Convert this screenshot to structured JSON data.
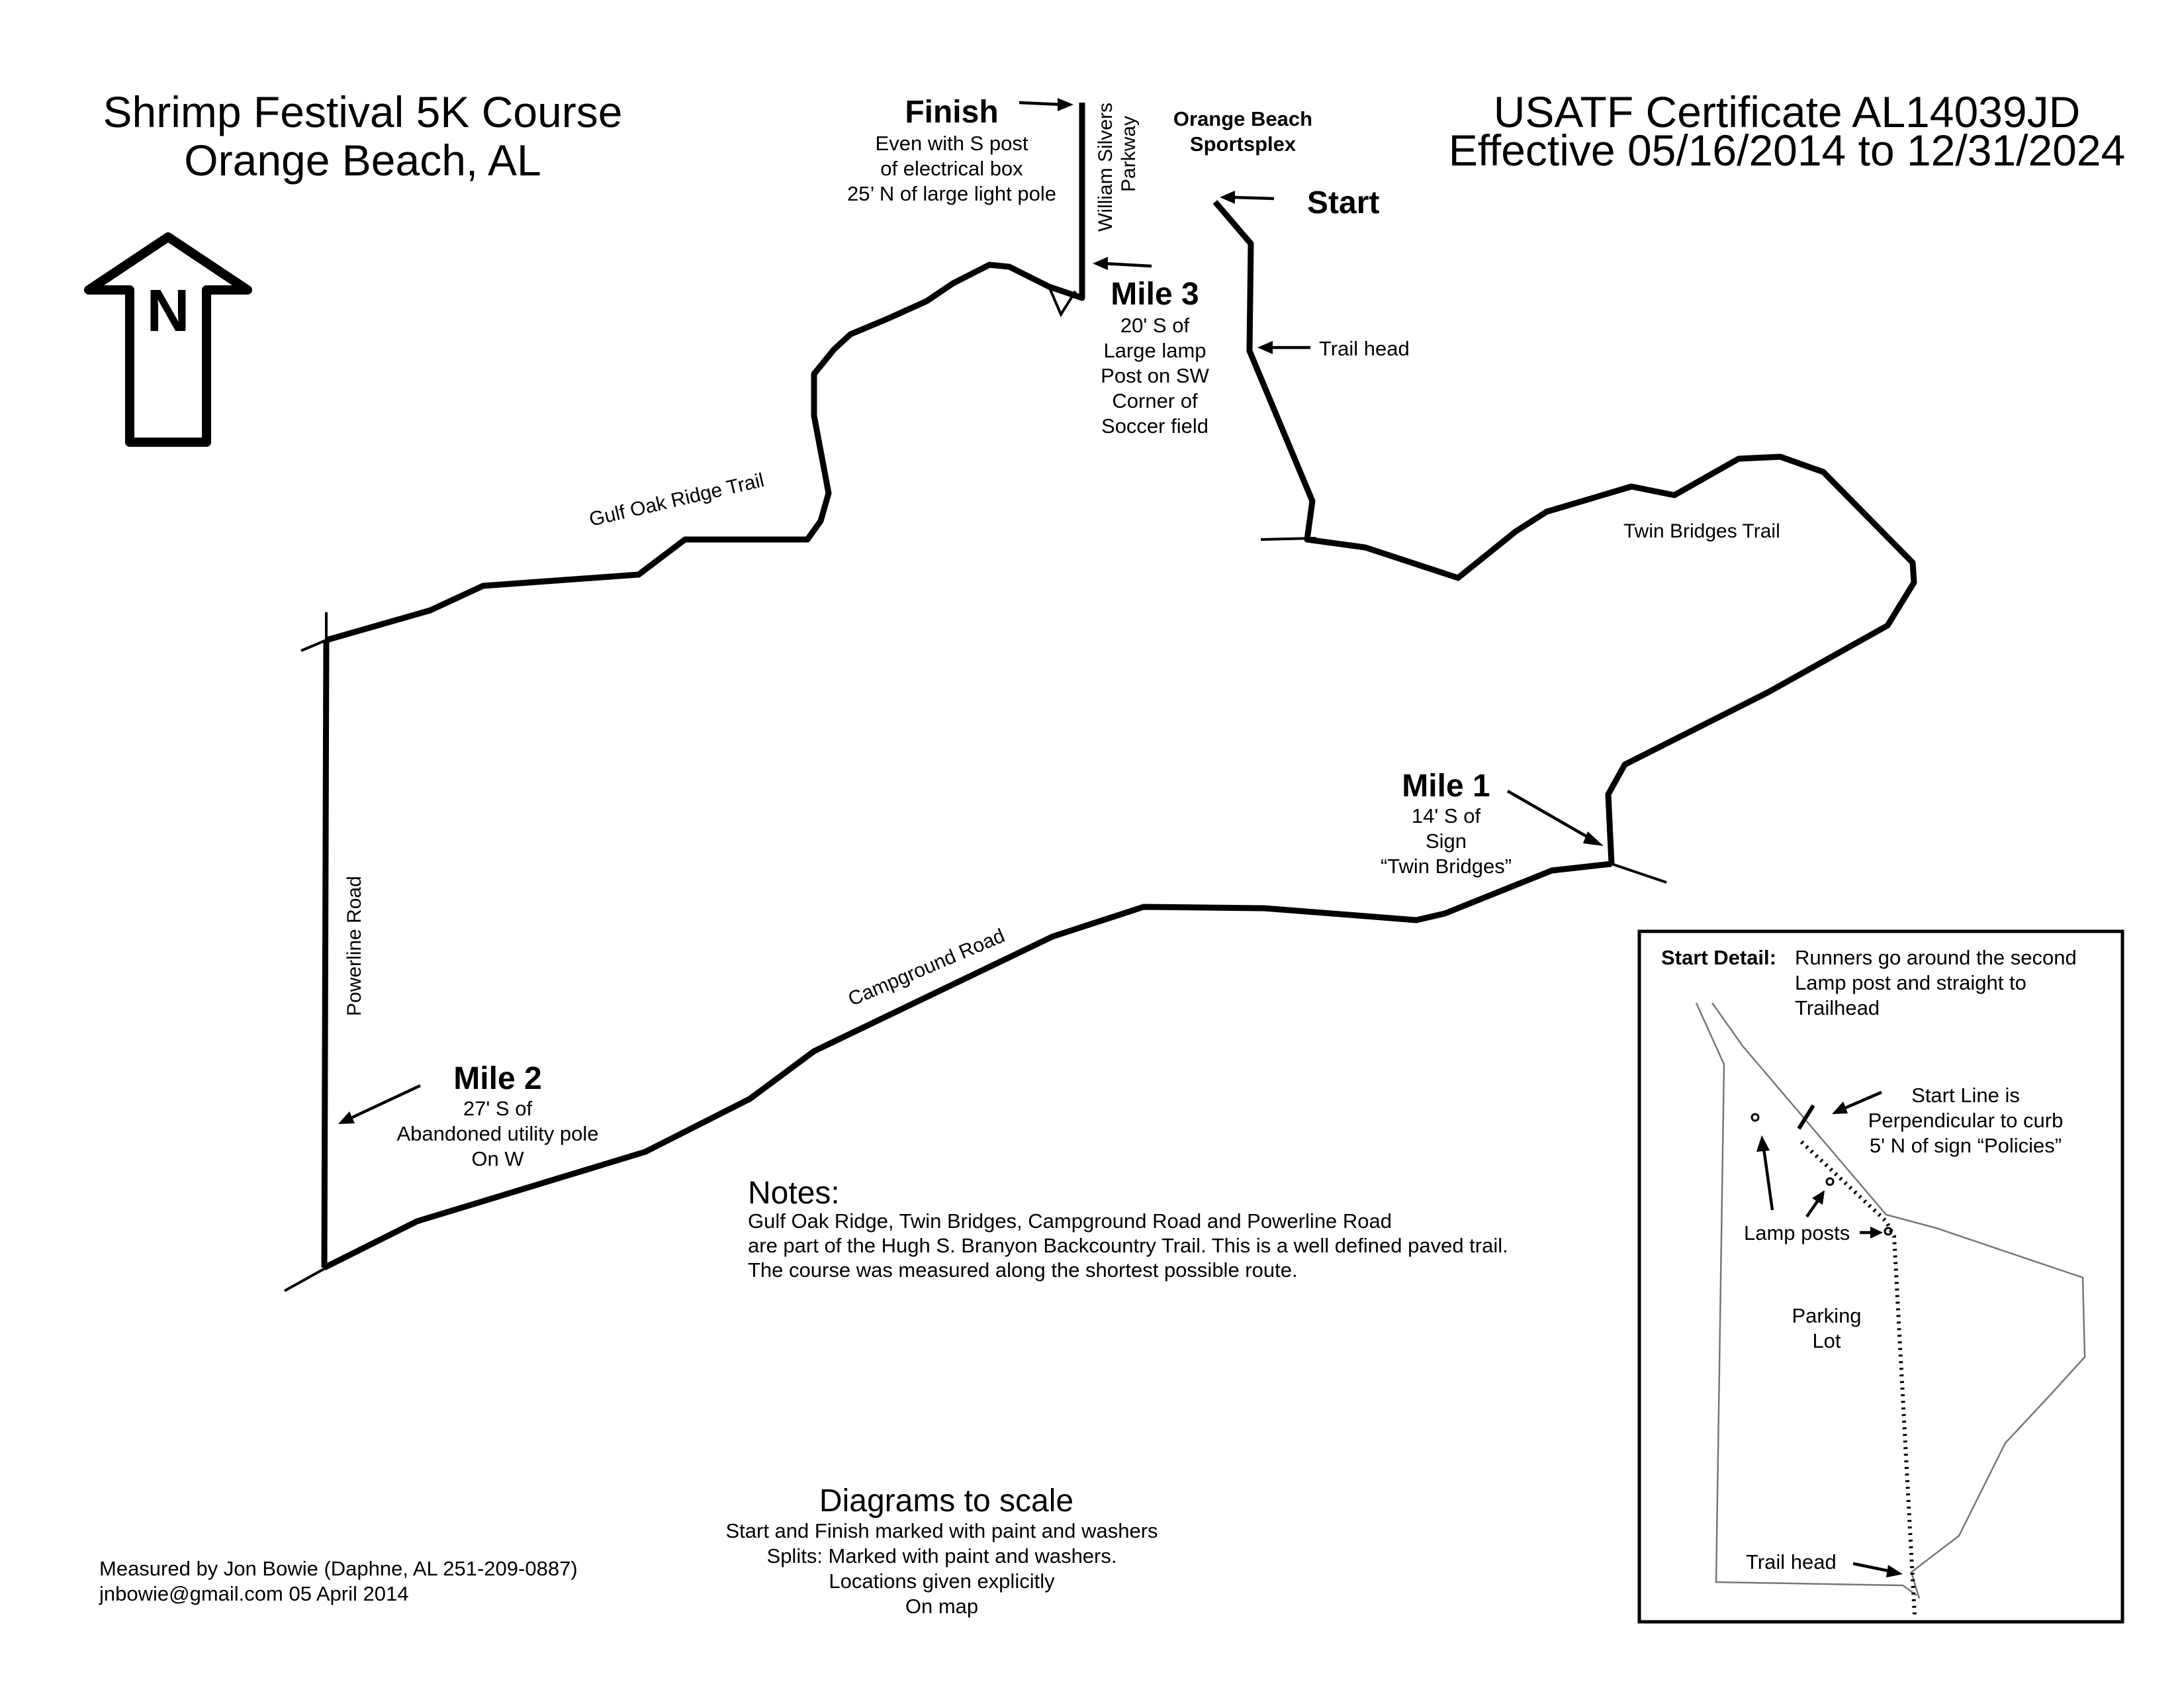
{
  "title": {
    "line1": "Shrimp Festival 5K Course",
    "line2": "Orange Beach, AL"
  },
  "certificate": {
    "line1": "USATF Certificate AL14039JD",
    "line2": "Effective 05/16/2014 to 12/31/2024"
  },
  "north_arrow": {
    "label": "N"
  },
  "finish": {
    "label": "Finish",
    "lines": [
      "Even with S post",
      "of electrical box",
      "25’ N of large light pole"
    ]
  },
  "start": {
    "label": "Start"
  },
  "sportsplex": {
    "lines": [
      "Orange Beach",
      "Sportsplex"
    ]
  },
  "parkway": {
    "lines": [
      "William Silvers",
      "Parkway"
    ]
  },
  "trail_head_label": "Trail head",
  "mile3": {
    "label": "Mile 3",
    "lines": [
      "20' S of",
      "Large lamp",
      "Post on SW",
      "Corner of",
      "Soccer field"
    ]
  },
  "mile1": {
    "label": "Mile 1",
    "lines": [
      "14' S of",
      "Sign",
      "“Twin Bridges”"
    ]
  },
  "mile2": {
    "label": "Mile 2",
    "lines": [
      "27' S of",
      "Abandoned utility pole",
      "On W"
    ]
  },
  "roads": {
    "gulf_oak": "Gulf Oak Ridge Trail",
    "twin_bridges": "Twin Bridges Trail",
    "campground": "Campground Road",
    "powerline": "Powerline Road"
  },
  "notes": {
    "heading": "Notes:",
    "lines": [
      "Gulf Oak Ridge, Twin Bridges, Campground Road and Powerline Road",
      "are part of the Hugh S. Branyon Backcountry Trail.  This is a well defined paved trail.",
      "The course was measured along the shortest possible route."
    ]
  },
  "scale": {
    "heading": "Diagrams to scale",
    "lines": [
      "Start and Finish marked with paint and washers",
      "Splits: Marked with paint and washers.",
      "Locations given explicitly",
      "On map"
    ]
  },
  "measured_by": {
    "lines": [
      "Measured by Jon Bowie (Daphne, AL 251-209-0887)",
      "jnbowie@gmail.com 05 April 2014"
    ]
  },
  "start_detail": {
    "heading": "Start Detail:",
    "lines": [
      "Runners go around the second",
      "Lamp post and straight to",
      "Trailhead"
    ],
    "start_line": [
      "Start Line is",
      "Perpendicular to curb",
      "5' N of sign “Policies”"
    ],
    "lamp_posts": "Lamp posts",
    "parking_lot": [
      "Parking",
      "Lot"
    ],
    "trail_head": "Trail head"
  }
}
